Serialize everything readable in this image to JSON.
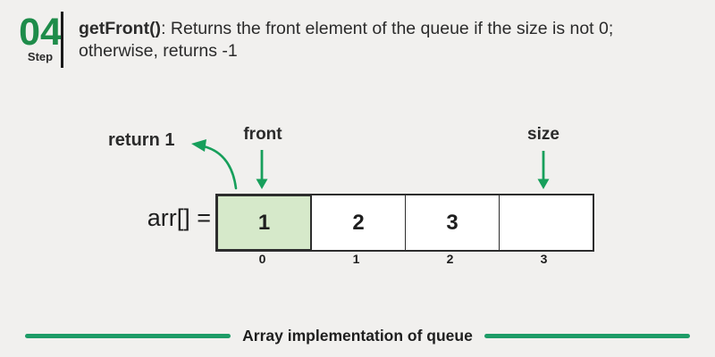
{
  "step": {
    "number": "04",
    "label": "Step"
  },
  "header": {
    "method_name": "getFront()",
    "description_line1": ": Returns the front element of the queue if the size is not 0;",
    "description_line2": "otherwise, returns -1"
  },
  "diagram": {
    "return_annotation": "return 1",
    "front_pointer_label": "front",
    "size_pointer_label": "size",
    "array_variable_label": "arr[] =",
    "cells": [
      {
        "value": "1",
        "index": "0",
        "highlighted": true
      },
      {
        "value": "2",
        "index": "1",
        "highlighted": false
      },
      {
        "value": "3",
        "index": "2",
        "highlighted": false
      },
      {
        "value": "",
        "index": "3",
        "highlighted": false
      }
    ]
  },
  "footer": {
    "caption": "Array implementation of queue"
  },
  "colors": {
    "background": "#f1f0ee",
    "arrow_green": "#179f5b",
    "step_number_green": "#1e8c4a",
    "footer_line_green": "#1e9c67",
    "highlight_cell_green": "#d6e9ca",
    "text_dark": "#2b2b2b",
    "border_dark": "#2d2d2d"
  }
}
